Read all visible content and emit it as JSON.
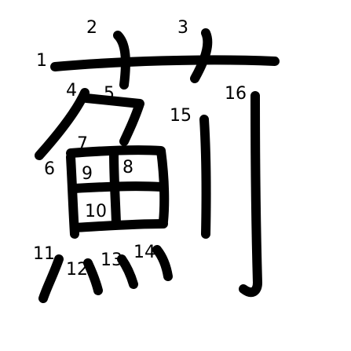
{
  "diagram": {
    "title": "",
    "stroke_color": "#000000",
    "background": "#ffffff",
    "stroke_numbers": [
      "1",
      "2",
      "3",
      "4",
      "5",
      "6",
      "7",
      "8",
      "9",
      "10",
      "11",
      "12",
      "13",
      "14",
      "15",
      "16"
    ]
  }
}
